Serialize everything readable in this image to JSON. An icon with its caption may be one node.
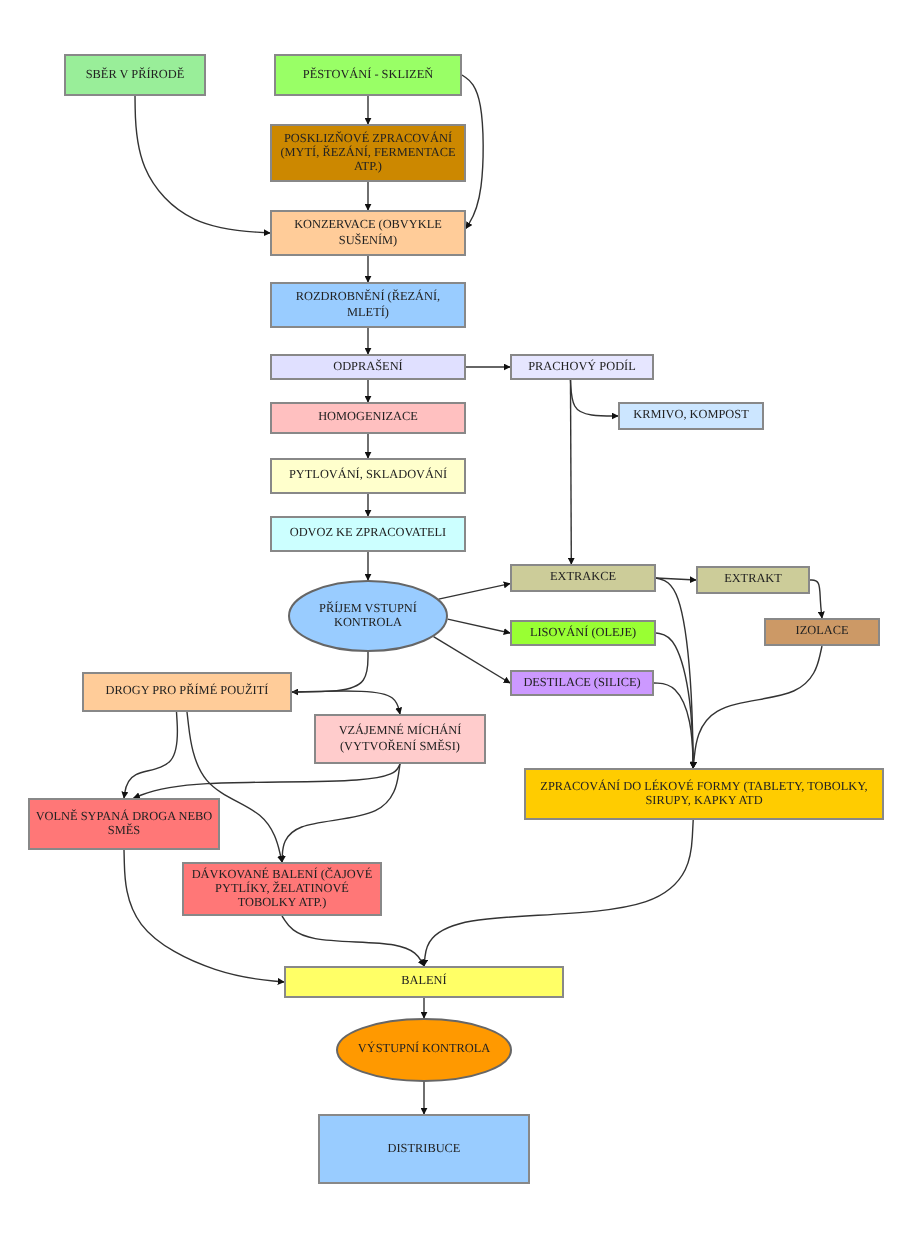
{
  "diagram": {
    "nodes": [
      {
        "text": [
          "SBĚR V PŘÍRODĚ"
        ]
      },
      {
        "text": [
          "PĚSTOVÁNÍ - SKLIZEŇ"
        ]
      },
      {
        "text": [
          "POSKLIZŇOVÉ ZPRACOVÁNÍ (MYTÍ, ŘEZÁNÍ, FERMENTACE ATP.)"
        ]
      },
      {
        "text": [
          "KONZERVACE (OBVYKLE SUŠENÍM)"
        ]
      },
      {
        "text": [
          "ROZDROBNĚNÍ (ŘEZÁNÍ, MLETÍ)"
        ]
      },
      {
        "text": [
          "ODPRAŠENÍ"
        ]
      },
      {
        "text": [
          "PRACHOVÝ PODÍL"
        ]
      },
      {
        "text": [
          "KRMIVO, KOMPOST"
        ]
      },
      {
        "text": [
          "HOMOGENIZACE"
        ]
      },
      {
        "text": [
          "PYTLOVÁNÍ, SKLADOVÁNÍ"
        ]
      },
      {
        "text": [
          "ODVOZ KE ZPRACOVATELI"
        ]
      },
      {
        "text": [
          "PŘÍJEM VSTUPNÍ KONTROLA"
        ]
      },
      {
        "text": [
          "EXTRAKCE"
        ]
      },
      {
        "text": [
          "EXTRAKT"
        ]
      },
      {
        "text": [
          "LISOVÁNÍ (OLEJE)"
        ]
      },
      {
        "text": [
          "IZOLACE"
        ]
      },
      {
        "text": [
          "DESTILACE (SILICE)"
        ]
      },
      {
        "text": [
          "DROGY PRO PŘÍMÉ POUŽITÍ"
        ]
      },
      {
        "text": [
          "VZÁJEMNÉ MÍCHÁNÍ (VYTVOŘENÍ SMĚSI)"
        ]
      },
      {
        "text": [
          "ZPRACOVÁNÍ DO LÉKOVÉ FORMY (TABLETY, TOBOLKY, SIRUPY, KAPKY ATD"
        ]
      },
      {
        "text": [
          "VOLNĚ SYPANÁ DROGA NEBO SMĚS"
        ]
      },
      {
        "text": [
          "DÁVKOVANÉ BALENÍ (ČAJOVÉ PYTLÍKY, ŽELATINOVÉ TOBOLKY ATP.)"
        ]
      },
      {
        "text": [
          "BALENÍ"
        ]
      },
      {
        "text": [
          "VÝSTUPNÍ KONTROLA"
        ]
      },
      {
        "text": [
          "DISTRIBUCE"
        ]
      }
    ],
    "edges": [
      {
        "from": 0,
        "to": 3,
        "arrow": "to"
      },
      {
        "from": 1,
        "to": 2,
        "arrow": "to"
      },
      {
        "from": 1,
        "to": 3,
        "arrow": "to"
      },
      {
        "from": 2,
        "to": 3,
        "arrow": "to"
      },
      {
        "from": 3,
        "to": 4,
        "arrow": "to"
      },
      {
        "from": 4,
        "to": 5,
        "arrow": "to"
      },
      {
        "from": 5,
        "to": 6,
        "arrow": "to"
      },
      {
        "from": 5,
        "to": 8,
        "arrow": "to"
      },
      {
        "from": 6,
        "to": 7,
        "arrow": "to"
      },
      {
        "from": 6,
        "to": 12,
        "arrow": "to"
      },
      {
        "from": 8,
        "to": 9,
        "arrow": "to"
      },
      {
        "from": 9,
        "to": 10,
        "arrow": "to"
      },
      {
        "from": 10,
        "to": 11,
        "arrow": "to"
      },
      {
        "from": 11,
        "to": 12,
        "arrow": "to"
      },
      {
        "from": 11,
        "to": 14,
        "arrow": "to"
      },
      {
        "from": 11,
        "to": 16,
        "arrow": "to"
      },
      {
        "from": 11,
        "to": 17,
        "arrow": "to"
      },
      {
        "from": 17,
        "to": 18,
        "arrow": "to"
      },
      {
        "from": 17,
        "to": 20,
        "arrow": "to"
      },
      {
        "from": 17,
        "to": 21,
        "arrow": "to"
      },
      {
        "from": 18,
        "to": 20,
        "arrow": "to"
      },
      {
        "from": 18,
        "to": 21,
        "arrow": "to"
      },
      {
        "from": 12,
        "to": 13,
        "arrow": "to"
      },
      {
        "from": 13,
        "to": 15,
        "arrow": "to"
      },
      {
        "from": 12,
        "to": 19,
        "arrow": "to"
      },
      {
        "from": 14,
        "to": 19,
        "arrow": "to"
      },
      {
        "from": 16,
        "to": 19,
        "arrow": "to"
      },
      {
        "from": 15,
        "to": 19,
        "arrow": "to"
      },
      {
        "from": 20,
        "to": 22,
        "arrow": "to"
      },
      {
        "from": 21,
        "to": 22,
        "arrow": "to"
      },
      {
        "from": 19,
        "to": 22,
        "arrow": "to"
      },
      {
        "from": 22,
        "to": 23,
        "arrow": "to"
      },
      {
        "from": 23,
        "to": 24,
        "arrow": "to"
      }
    ]
  }
}
